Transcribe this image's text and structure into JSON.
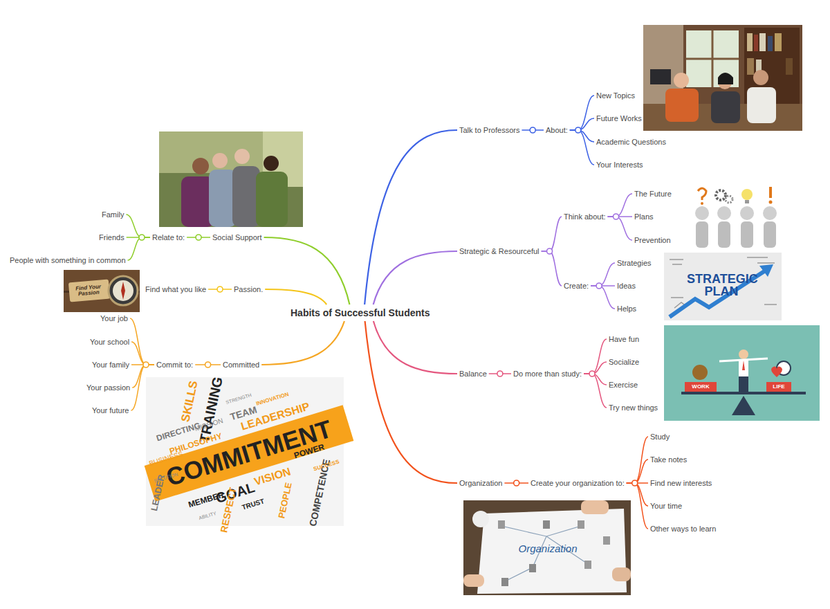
{
  "diagram": {
    "nodes": [
      {
        "text": [
          "Habits of Successful Students"
        ]
      },
      {
        "text": [
          "Talk to Professors"
        ]
      },
      {
        "text": [
          "About:"
        ]
      },
      {
        "text": [
          "New Topics"
        ]
      },
      {
        "text": [
          "Future Works"
        ]
      },
      {
        "text": [
          "Academic Questions"
        ]
      },
      {
        "text": [
          "Your Interests"
        ]
      },
      {
        "text": [
          "Strategic & Resourceful"
        ]
      },
      {
        "text": [
          "Think about:"
        ]
      },
      {
        "text": [
          "The Future"
        ]
      },
      {
        "text": [
          "Plans"
        ]
      },
      {
        "text": [
          "Prevention"
        ]
      },
      {
        "text": [
          "Create:"
        ]
      },
      {
        "text": [
          "Strategies"
        ]
      },
      {
        "text": [
          "Ideas"
        ]
      },
      {
        "text": [
          "Helps"
        ]
      },
      {
        "text": [
          "Balance"
        ]
      },
      {
        "text": [
          "Do more than study:"
        ]
      },
      {
        "text": [
          "Have fun"
        ]
      },
      {
        "text": [
          "Socialize"
        ]
      },
      {
        "text": [
          "Exercise"
        ]
      },
      {
        "text": [
          "Try new things"
        ]
      },
      {
        "text": [
          "Organization"
        ]
      },
      {
        "text": [
          "Create your organization to:"
        ]
      },
      {
        "text": [
          "Study"
        ]
      },
      {
        "text": [
          "Take notes"
        ]
      },
      {
        "text": [
          "Find new interests"
        ]
      },
      {
        "text": [
          "Your time"
        ]
      },
      {
        "text": [
          "Other ways to learn"
        ]
      },
      {
        "text": [
          "Social Support"
        ]
      },
      {
        "text": [
          "Relate to:"
        ]
      },
      {
        "text": [
          "Family"
        ]
      },
      {
        "text": [
          "Friends"
        ]
      },
      {
        "text": [
          "People with something in common"
        ]
      },
      {
        "text": [
          "Passion."
        ]
      },
      {
        "text": [
          "Find what you like"
        ]
      },
      {
        "text": [
          "Committed"
        ]
      },
      {
        "text": [
          "Commit to:"
        ]
      },
      {
        "text": [
          "Your job"
        ]
      },
      {
        "text": [
          "Your school"
        ]
      },
      {
        "text": [
          "Your family"
        ]
      },
      {
        "text": [
          "Your passion"
        ]
      },
      {
        "text": [
          "Your future"
        ]
      }
    ],
    "edges": [
      {
        "from": 0,
        "to": 1,
        "arrow": "none"
      },
      {
        "from": 1,
        "to": 2,
        "arrow": "none"
      },
      {
        "from": 2,
        "to": 3,
        "arrow": "none"
      },
      {
        "from": 2,
        "to": 4,
        "arrow": "none"
      },
      {
        "from": 2,
        "to": 5,
        "arrow": "none"
      },
      {
        "from": 2,
        "to": 6,
        "arrow": "none"
      },
      {
        "from": 0,
        "to": 7,
        "arrow": "none"
      },
      {
        "from": 7,
        "to": 8,
        "arrow": "none"
      },
      {
        "from": 8,
        "to": 9,
        "arrow": "none"
      },
      {
        "from": 8,
        "to": 10,
        "arrow": "none"
      },
      {
        "from": 8,
        "to": 11,
        "arrow": "none"
      },
      {
        "from": 7,
        "to": 12,
        "arrow": "none"
      },
      {
        "from": 12,
        "to": 13,
        "arrow": "none"
      },
      {
        "from": 12,
        "to": 14,
        "arrow": "none"
      },
      {
        "from": 12,
        "to": 15,
        "arrow": "none"
      },
      {
        "from": 0,
        "to": 16,
        "arrow": "none"
      },
      {
        "from": 16,
        "to": 17,
        "arrow": "none"
      },
      {
        "from": 17,
        "to": 18,
        "arrow": "none"
      },
      {
        "from": 17,
        "to": 19,
        "arrow": "none"
      },
      {
        "from": 17,
        "to": 20,
        "arrow": "none"
      },
      {
        "from": 17,
        "to": 21,
        "arrow": "none"
      },
      {
        "from": 0,
        "to": 22,
        "arrow": "none"
      },
      {
        "from": 22,
        "to": 23,
        "arrow": "none"
      },
      {
        "from": 23,
        "to": 24,
        "arrow": "none"
      },
      {
        "from": 23,
        "to": 25,
        "arrow": "none"
      },
      {
        "from": 23,
        "to": 26,
        "arrow": "none"
      },
      {
        "from": 23,
        "to": 27,
        "arrow": "none"
      },
      {
        "from": 23,
        "to": 28,
        "arrow": "none"
      },
      {
        "from": 0,
        "to": 29,
        "arrow": "none"
      },
      {
        "from": 29,
        "to": 30,
        "arrow": "none"
      },
      {
        "from": 30,
        "to": 31,
        "arrow": "none"
      },
      {
        "from": 30,
        "to": 32,
        "arrow": "none"
      },
      {
        "from": 30,
        "to": 33,
        "arrow": "none"
      },
      {
        "from": 0,
        "to": 34,
        "arrow": "none"
      },
      {
        "from": 34,
        "to": 35,
        "arrow": "none"
      },
      {
        "from": 0,
        "to": 36,
        "arrow": "none"
      },
      {
        "from": 36,
        "to": 37,
        "arrow": "none"
      },
      {
        "from": 37,
        "to": 38,
        "arrow": "none"
      },
      {
        "from": 37,
        "to": 39,
        "arrow": "none"
      },
      {
        "from": 37,
        "to": 40,
        "arrow": "none"
      },
      {
        "from": 37,
        "to": 41,
        "arrow": "none"
      },
      {
        "from": 37,
        "to": 42,
        "arrow": "none"
      }
    ],
    "labels": [
      "Find Your Passion",
      "STRATEGIC PLAN",
      "WORK",
      "LIFE",
      "Organization",
      "COMMITMENT",
      "TRAINING",
      "SKILLS",
      "LEADERSHIP",
      "TEAM",
      "PHILOSOPHY",
      "DIRECTING",
      "MISSION",
      "BUSINESS",
      "GOAL",
      "VISION",
      "POWER",
      "COMPETENCE",
      "RESPECT",
      "MEMBER",
      "TRUST",
      "LEADER",
      "PEOPLE",
      "SUCCESS",
      "INNOVATION",
      "STRENGTH",
      "ABILITY",
      "SOLUTION"
    ]
  }
}
